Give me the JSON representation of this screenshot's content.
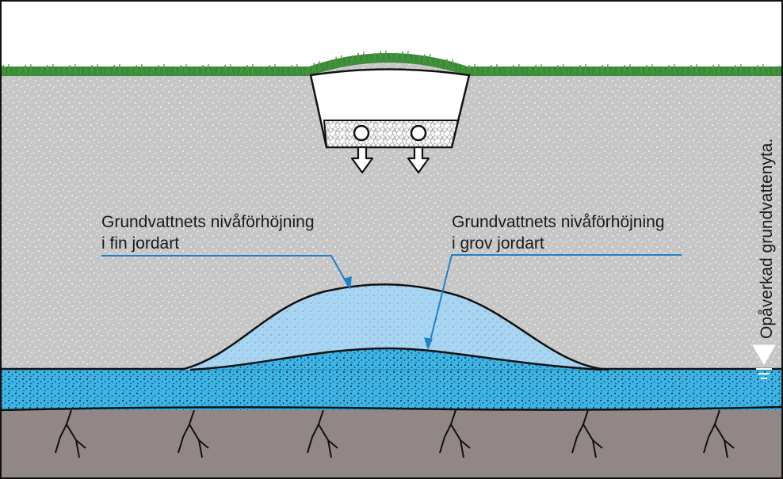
{
  "labels": {
    "fine_line1": "Grundvattnets nivåförhöjning",
    "fine_line2": "i fin jordart",
    "coarse_line1": "Grundvattnets nivåförhöjning",
    "coarse_line2": "i grov jordart",
    "unaffected": "Opåverkad grundvattenyta."
  },
  "colors": {
    "soil": "#c6c6c6",
    "bedrock": "#918787",
    "groundwater": "#3cb4e6",
    "mound_fine": "#a8d6f2",
    "grass": "#3a8a3a",
    "leader": "#1e82c8",
    "outline": "#111111"
  }
}
